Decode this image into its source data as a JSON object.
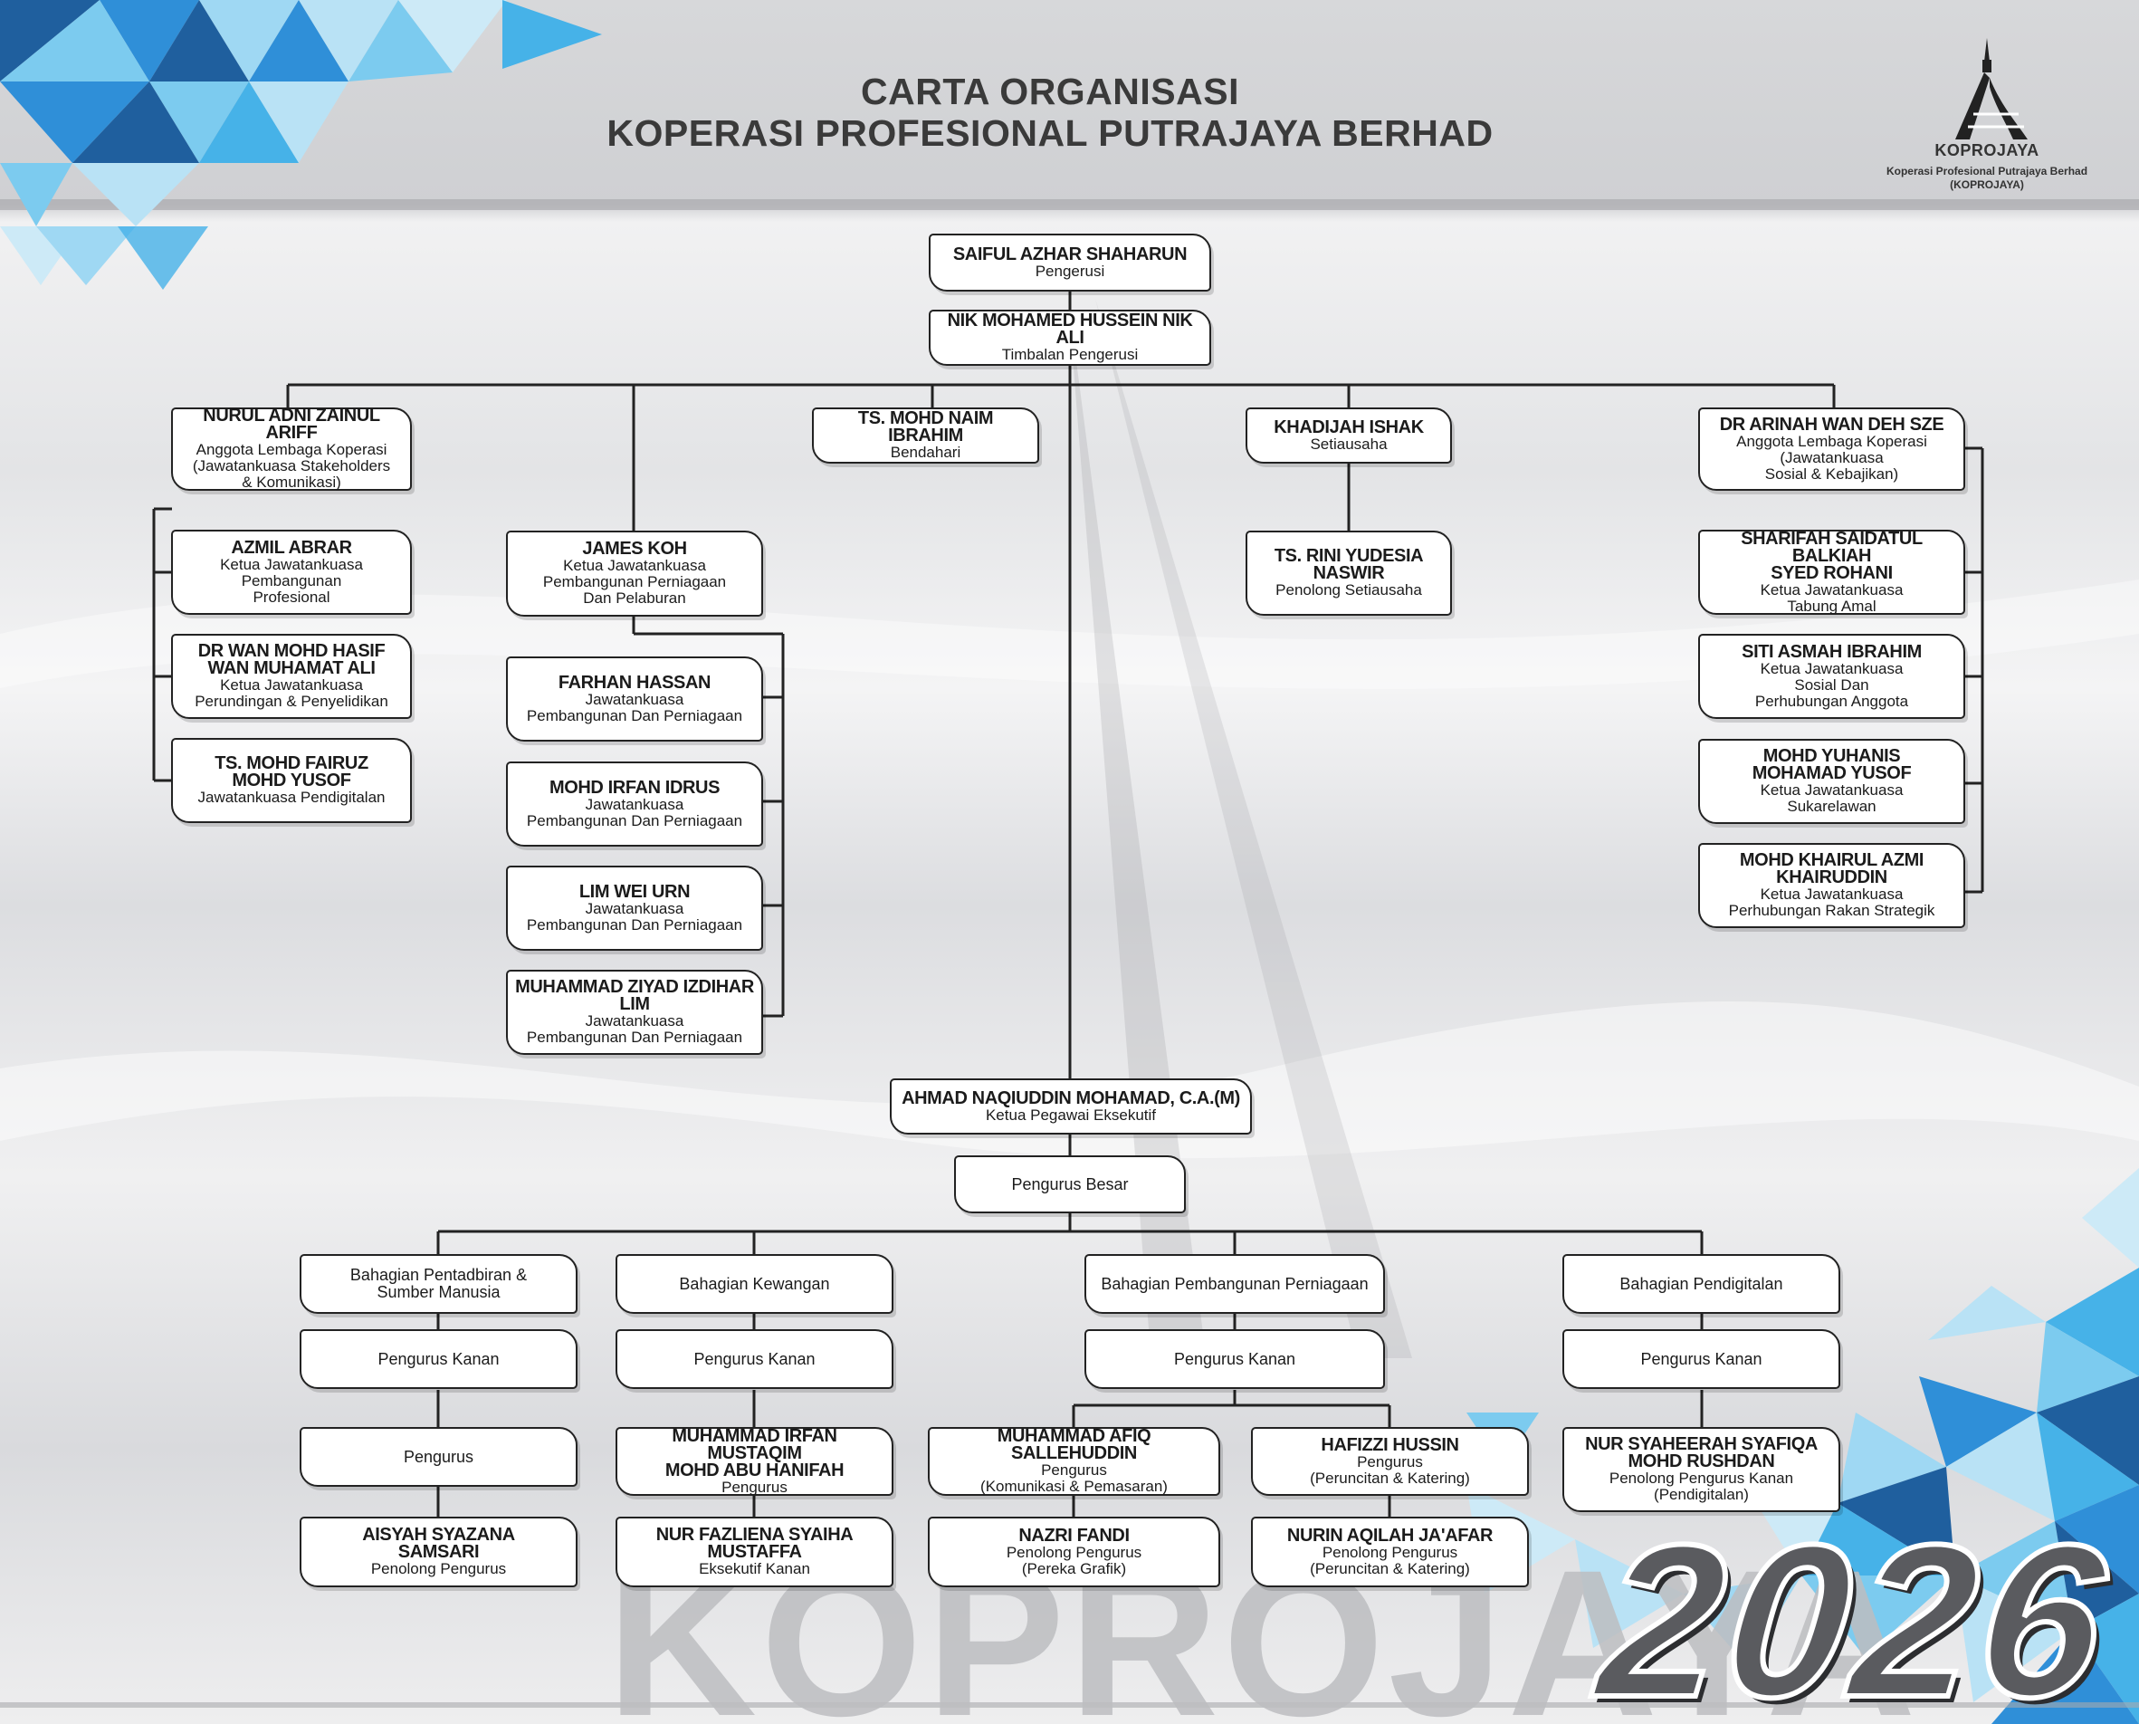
{
  "header": {
    "title_line1": "CARTA ORGANISASI",
    "title_line2": "KOPERASI PROFESIONAL PUTRAJAYA BERHAD"
  },
  "logo": {
    "icon": "putrajaya-tower-logo",
    "brand": "KOPROJAYA",
    "full_name": "Koperasi Profesional Putrajaya Berhad",
    "abbr": "(KOPROJAYA)"
  },
  "watermark": {
    "text": "KOPROJAYA"
  },
  "year": "2026",
  "colors": {
    "accent_blue": "#2f8fd8",
    "dark_blue": "#1f5f9e",
    "light_blue": "#7ccbef",
    "line": "#222222"
  },
  "board": {
    "chairman": {
      "name": "SAIFUL AZHAR SHAHARUN",
      "role": "Pengerusi"
    },
    "deputy": {
      "name": "NIK MOHAMED HUSSEIN NIK ALI",
      "role": "Timbalan Pengerusi"
    },
    "nurul": {
      "name": "NURUL ADNI ZAINUL ARIFF",
      "role": "Anggota Lembaga Koperasi\n(Jawatankuasa Stakeholders\n& Komunikasi)"
    },
    "treasurer": {
      "name": "TS. MOHD NAIM IBRAHIM",
      "role": "Bendahari"
    },
    "secretary": {
      "name": "KHADIJAH ISHAK",
      "role": "Setiausaha"
    },
    "arinah": {
      "name": "DR ARINAH WAN DEH SZE",
      "role": "Anggota Lembaga Koperasi\n(Jawatankuasa\nSosial & Kebajikan)"
    },
    "azmil": {
      "name": "AZMIL ABRAR",
      "role": "Ketua Jawatankuasa\nPembangunan\nProfesional"
    },
    "hasif": {
      "name": "DR WAN MOHD HASIF\nWAN MUHAMAT ALI",
      "role": "Ketua Jawatankuasa\nPerundingan & Penyelidikan"
    },
    "fairuz": {
      "name": "TS. MOHD FAIRUZ\nMOHD YUSOF",
      "role": "Jawatankuasa Pendigitalan"
    },
    "james": {
      "name": "JAMES KOH",
      "role": "Ketua Jawatankuasa\nPembangunan Perniagaan\nDan Pelaburan"
    },
    "farhan": {
      "name": "FARHAN HASSAN",
      "role": "Jawatankuasa\nPembangunan Dan Perniagaan"
    },
    "irfan_idrus": {
      "name": "MOHD IRFAN IDRUS",
      "role": "Jawatankuasa\nPembangunan Dan Perniagaan"
    },
    "lim": {
      "name": "LIM WEI URN",
      "role": "Jawatankuasa\nPembangunan Dan Perniagaan"
    },
    "ziyad": {
      "name": "MUHAMMAD ZIYAD IZDIHAR\nLIM",
      "role": "Jawatankuasa\nPembangunan Dan Perniagaan"
    },
    "rini": {
      "name": "TS. RINI YUDESIA\nNASWIR",
      "role": "Penolong Setiausaha"
    },
    "sharifah": {
      "name": "SHARIFAH SAIDATUL BALKIAH\nSYED ROHANI",
      "role": "Ketua Jawatankuasa\nTabung Amal"
    },
    "siti": {
      "name": "SITI ASMAH IBRAHIM",
      "role": "Ketua Jawatankuasa\nSosial Dan\nPerhubungan Anggota"
    },
    "yuhanis": {
      "name": "MOHD YUHANIS\nMOHAMAD YUSOF",
      "role": "Ketua Jawatankuasa\nSukarelawan"
    },
    "khairul": {
      "name": "MOHD KHAIRUL AZMI\nKHAIRUDDIN",
      "role": "Ketua Jawatankuasa\nPerhubungan Rakan Strategik"
    }
  },
  "management": {
    "ceo": {
      "name": "AHMAD NAQIUDDIN MOHAMAD, C.A.(M)",
      "role": "Ketua Pegawai Eksekutif"
    },
    "gm": "Pengurus Besar",
    "dept_admin": "Bahagian Pentadbiran &\nSumber Manusia",
    "dept_finance": "Bahagian Kewangan",
    "dept_business": "Bahagian Pembangunan Perniagaan",
    "dept_digital": "Bahagian Pendigitalan",
    "admin_office": "Pengurus Kanan",
    "finance_office": "Pengurus Kanan",
    "business_office": "Pengurus Kanan",
    "digital_office": "Pengurus Kanan",
    "admin_manager": "Pengurus",
    "aisyah": {
      "name": "AISYAH SYAZANA\nSAMSARI",
      "role": "Penolong Pengurus"
    },
    "irfan_mustaqim": {
      "name": "MUHAMMAD IRFAN MUSTAQIM\nMOHD ABU HANIFAH",
      "role": "Pengurus"
    },
    "fazliena": {
      "name": "NUR FAZLIENA SYAIHA\nMUSTAFFA",
      "role": "Eksekutif Kanan"
    },
    "afiq": {
      "name": "MUHAMMAD AFIQ SALLEHUDDIN",
      "role": "Pengurus\n(Komunikasi & Pemasaran)"
    },
    "hafizzi": {
      "name": "HAFIZZI HUSSIN",
      "role": "Pengurus\n(Peruncitan & Katering)"
    },
    "nazri": {
      "name": "NAZRI FANDI",
      "role": "Penolong Pengurus\n(Pereka Grafik)"
    },
    "nurin": {
      "name": "NURIN AQILAH JA'AFAR",
      "role": "Penolong Pengurus\n(Peruncitan & Katering)"
    },
    "syaheerah": {
      "name": "NUR SYAHEERAH SYAFIQA\nMOHD RUSHDAN",
      "role": "Penolong Pengurus Kanan\n(Pendigitalan)"
    }
  }
}
